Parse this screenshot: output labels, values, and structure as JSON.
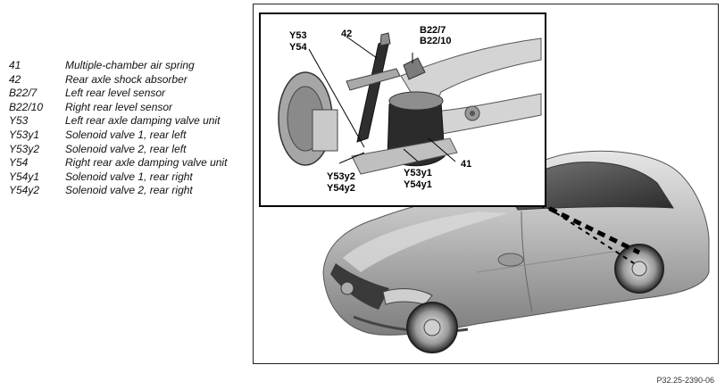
{
  "legend": [
    {
      "code": "41",
      "desc": "Multiple-chamber air spring"
    },
    {
      "code": "42",
      "desc": "Rear axle shock absorber"
    },
    {
      "code": "B22/7",
      "desc": "Left rear level sensor"
    },
    {
      "code": "B22/10",
      "desc": "Right rear level sensor"
    },
    {
      "code": "Y53",
      "desc": "Left rear axle damping valve unit"
    },
    {
      "code": "Y53y1",
      "desc": "Solenoid valve 1, rear left"
    },
    {
      "code": "Y53y2",
      "desc": "Solenoid valve 2, rear left"
    },
    {
      "code": "Y54",
      "desc": "Right rear axle damping valve unit"
    },
    {
      "code": "Y54y1",
      "desc": "Solenoid valve 1, rear right"
    },
    {
      "code": "Y54y2",
      "desc": "Solenoid valve 2, rear right"
    }
  ],
  "callouts": {
    "y53": "Y53",
    "y54": "Y54",
    "n42": "42",
    "b22_7": "B22/7",
    "b22_10": "B22/10",
    "n41": "41",
    "y53y2": "Y53y2",
    "y54y2": "Y54y2",
    "y53y1": "Y53y1",
    "y54y1": "Y54y1"
  },
  "figure_ref": "P32.25-2390-06"
}
